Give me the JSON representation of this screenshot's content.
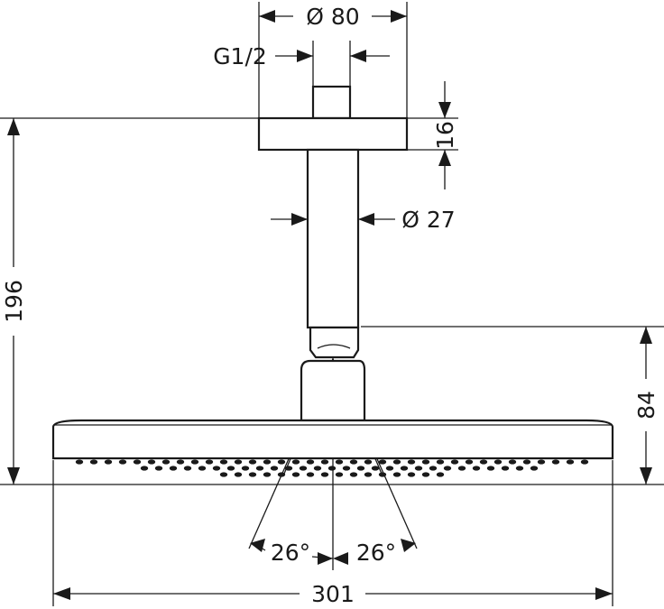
{
  "diagram": {
    "labels": {
      "diameter_80": "Ø 80",
      "thread": "G1/2",
      "flange_height": "16",
      "diameter_27": "Ø 27",
      "total_height": "196",
      "head_height": "84",
      "angle_left": "26°",
      "angle_right": "26°",
      "head_width": "301"
    }
  }
}
